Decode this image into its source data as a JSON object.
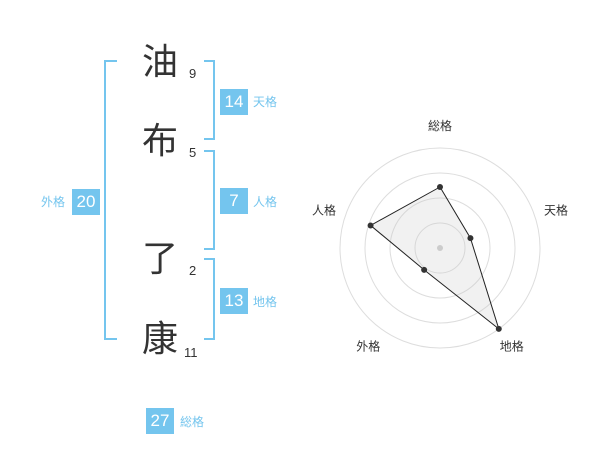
{
  "name": {
    "chars": [
      {
        "char": "油",
        "strokes": "9"
      },
      {
        "char": "布",
        "strokes": "5"
      },
      {
        "char": "了",
        "strokes": "2"
      },
      {
        "char": "康",
        "strokes": "11"
      }
    ]
  },
  "fortune": {
    "tenkaku": {
      "label": "天格",
      "value": "14"
    },
    "jinkaku": {
      "label": "人格",
      "value": "7"
    },
    "chikaku": {
      "label": "地格",
      "value": "13"
    },
    "gaikaku": {
      "label": "外格",
      "value": "20"
    },
    "soukaku": {
      "label": "総格",
      "value": "27"
    }
  },
  "accent_color": "#74c5ee",
  "chart_data": {
    "type": "radar",
    "axes": [
      "総格",
      "天格",
      "地格",
      "外格",
      "人格"
    ],
    "values": [
      0.61,
      0.32,
      1.0,
      0.27,
      0.73
    ],
    "grid_rings": 4
  }
}
